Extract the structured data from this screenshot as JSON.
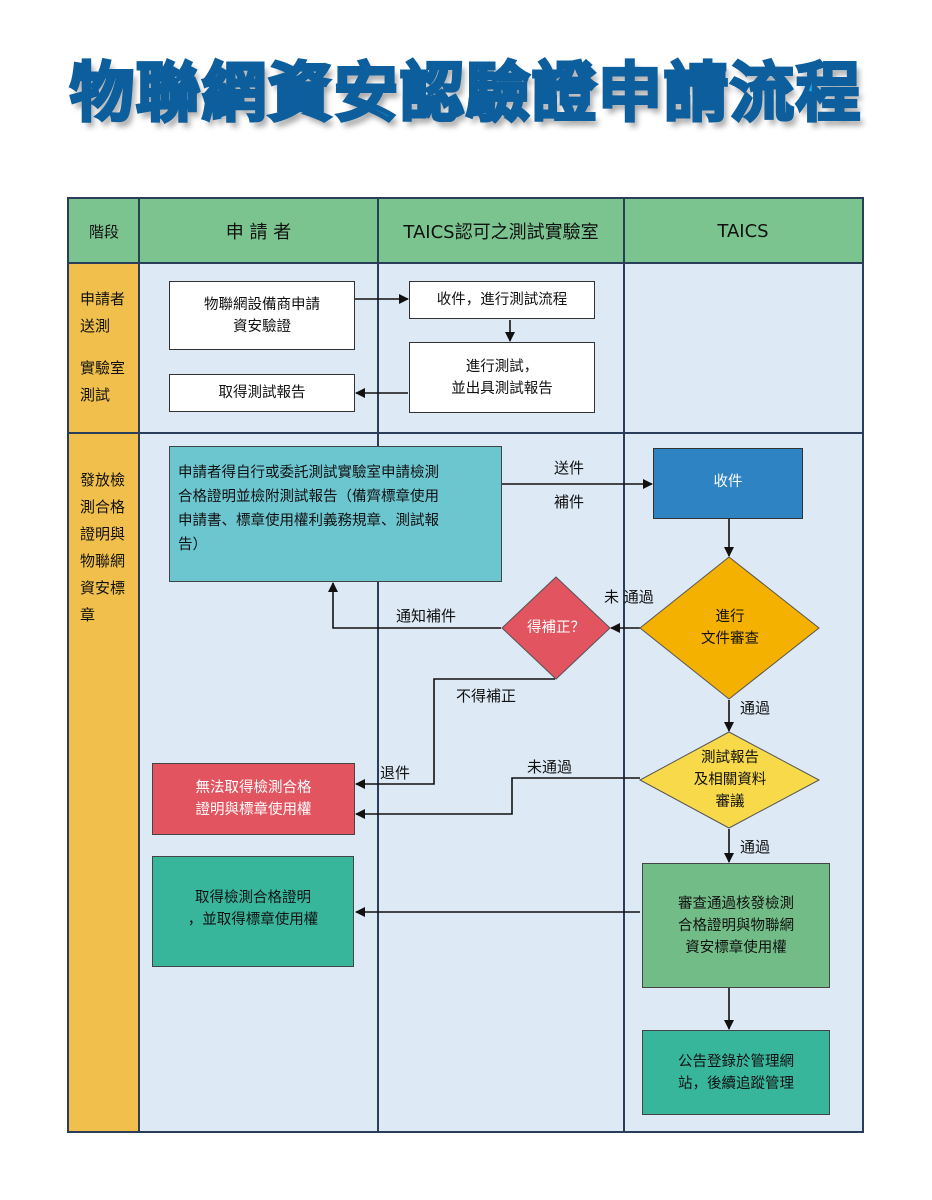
{
  "title": "物聯網資安認驗證申請流程",
  "header": {
    "stage": "階段",
    "applicant": "申 請 者",
    "lab": "TAICS認可之測試實驗室",
    "taics": "TAICS"
  },
  "stages": {
    "s1a": "申請者\n送測",
    "s1b": "實驗室\n測試",
    "s2": "發放檢\n測合格\n證明與\n物聯網\n資安標\n章"
  },
  "boxes": {
    "apply": "物聯網設備商申請\n資安驗證",
    "receive_lab": "收件，進行測試流程",
    "testing": "進行測試，\n並出具測試報告",
    "get_report": "取得測試報告",
    "entrust": "申請者得自行或委託測試實驗室申請檢測\n合格證明並檢附測試報告（備齊標章使用\n申請書、標章使用權利義務規章、測試報\n告）",
    "receive_taics": "收件",
    "doc_review": "進行\n文件審查",
    "can_fix": "得補正？",
    "report_review": "測試報告\n及相關資料\n審議",
    "fail": "無法取得檢測合格\n證明與標章使用權",
    "issue": "審查通過核發檢測\n合格證明與物聯網\n資安標章使用權",
    "obtain": "取得檢測合格證明\n，並取得標章使用權",
    "announce": "公告登錄於管理網\n站，後續追蹤管理"
  },
  "labels": {
    "send": "送件",
    "supplement": "補件",
    "not_pass_1": "未 通過",
    "notify": "通知補件",
    "no_fix": "不得補正",
    "pass_1": "通過",
    "return": "退件",
    "not_pass_2": "未通過",
    "pass_2": "通過"
  },
  "colors": {
    "title": "#1fa6e6",
    "header": "#7bc48f",
    "stage_col": "#f1c04c",
    "lane": "#dde9f5",
    "apply_blue": "#2e83c2",
    "diamond_orange": "#f5b100",
    "diamond_yellow": "#f7d94a",
    "diamond_red": "#e2545f",
    "box_red": "#e2545f",
    "box_teal": "#6cc6cf",
    "box_green": "#72bd87",
    "box_sea": "#38b69c"
  }
}
